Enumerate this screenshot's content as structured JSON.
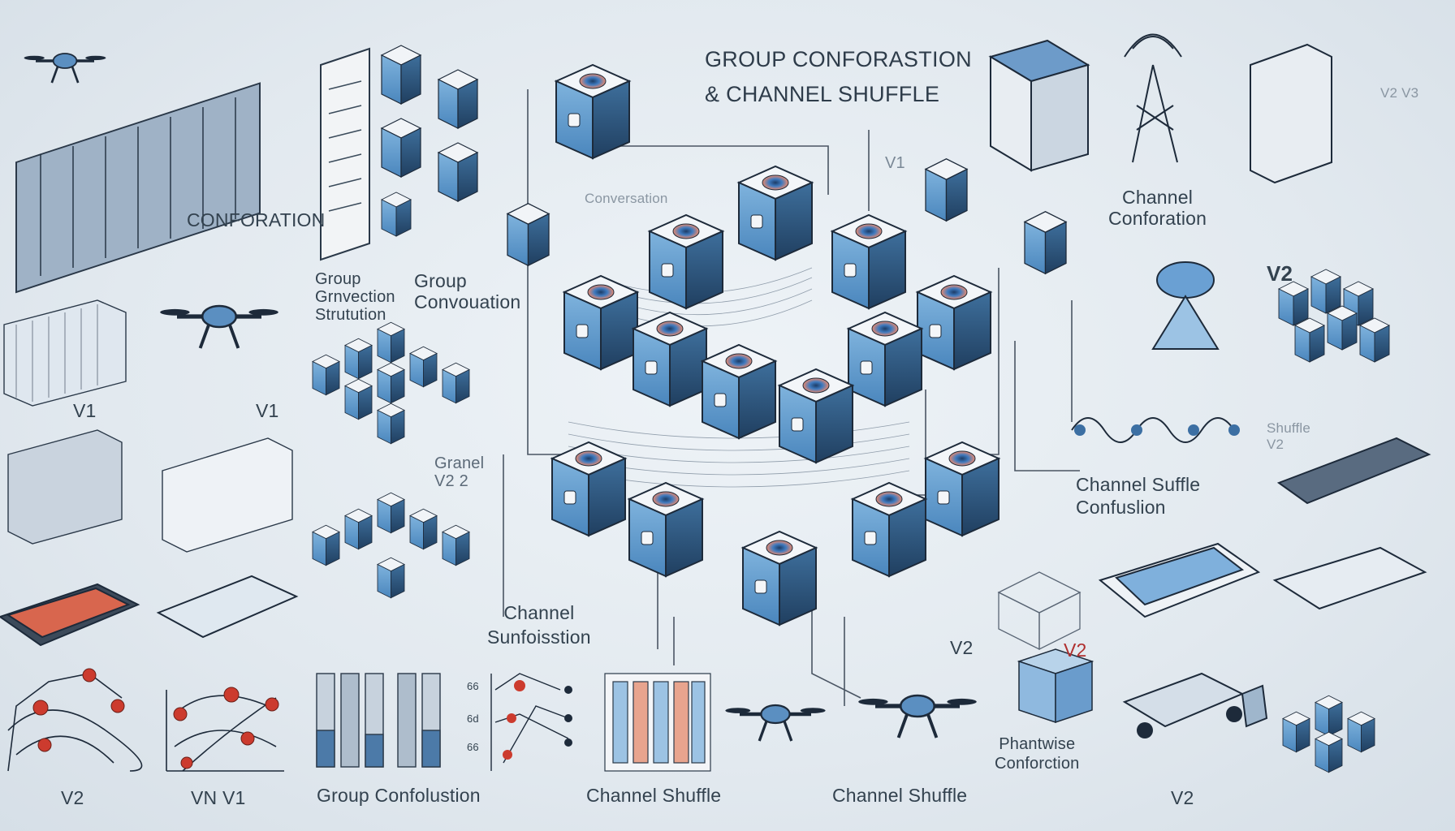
{
  "title": {
    "line1": "GROUP CONFORASTION",
    "line2": "& CHANNEL SHUFFLE"
  },
  "labels": {
    "conforation_left": "CONFORATION",
    "channel_conforation": "Channel\nConforation",
    "v1_a": "V1",
    "v1_b": "V1",
    "v1_center": "V1",
    "group_grvection": "Group\nGrnvection\nStrutution",
    "group_convouation": "Group\nConvouation",
    "granel_v2": "Granel\nV2 2",
    "v2_right": "V2",
    "shuffle_v2": "Shuffle\nV2",
    "channel_suffle": "Channel Suffle\nConfuslion",
    "channel_sunfoission": "Channel\nSunfoisstion",
    "v2_mid": "V2",
    "v2_mid_red": "V2",
    "phantwise": "Phantwise\nConforction",
    "bottom_v2_left": "V2",
    "bottom_vn_v1": "VN V1",
    "bottom_group": "Group Confolustion",
    "bottom_channel_1": "Channel Shuffle",
    "bottom_channel_2": "Channel Shuffle",
    "bottom_v2_right": "V2",
    "tick_66a": "66",
    "tick_6d": "6d",
    "tick_66b": "66",
    "faint_conv": "Conversation",
    "faint_fade": "V2 V3"
  },
  "colors": {
    "cube_top": "#f1f4f7",
    "cube_front": "#5b9bd0",
    "cube_side": "#3d78ad",
    "cube_edge": "#1d2a3a",
    "accent_red": "#d94a3a",
    "line": "#3b4654"
  }
}
